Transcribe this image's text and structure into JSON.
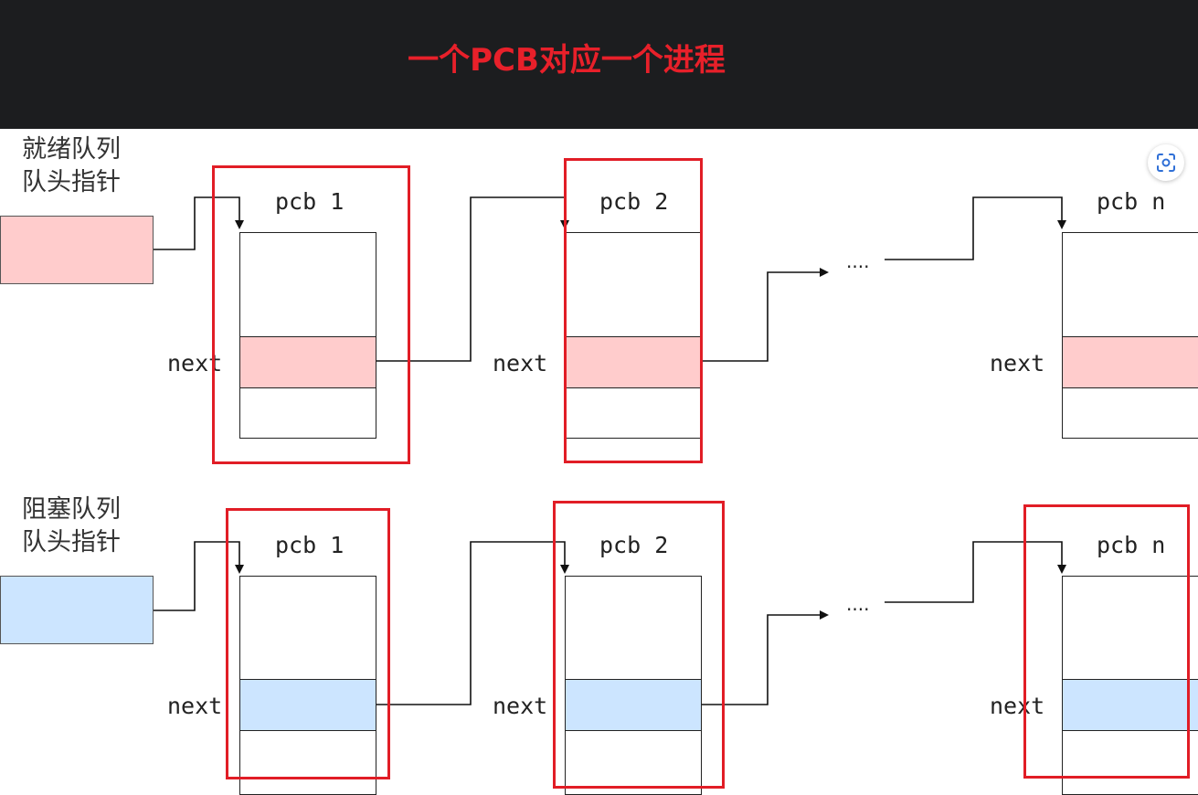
{
  "header": {
    "title": "一个PCB对应一个进程",
    "title_color": "#e8202a",
    "background": "#1c1d1f"
  },
  "ready_queue": {
    "label_line1": "就绪队列",
    "label_line2": "队头指针",
    "color": "#ffcccc",
    "pcbs": [
      {
        "title": "pcb 1",
        "next_label": "next"
      },
      {
        "title": "pcb 2",
        "next_label": "next"
      },
      {
        "title": "pcb n",
        "next_label": "next"
      }
    ],
    "ellipsis": "····"
  },
  "blocked_queue": {
    "label_line1": "阻塞队列",
    "label_line2": "队头指针",
    "color": "#cce5ff",
    "pcbs": [
      {
        "title": "pcb 1",
        "next_label": "next"
      },
      {
        "title": "pcb 2",
        "next_label": "next"
      },
      {
        "title": "pcb n",
        "next_label": "next"
      }
    ],
    "ellipsis": "····"
  },
  "annotation_color": "#e11d26",
  "icons": {
    "scan": "scan-icon"
  }
}
